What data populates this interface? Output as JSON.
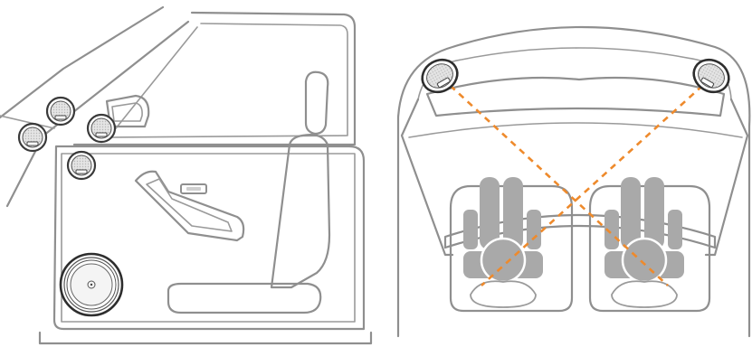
{
  "colors": {
    "line": "#8f8f8f",
    "occupant": "#a9a9a9",
    "speaker_rim": "#3a3a3a",
    "speaker_cone": "#d9d9d9",
    "sound_path": "#ee8a2c",
    "background": "#ffffff"
  },
  "panels": [
    {
      "name": "door-side-view",
      "speakers": [
        "pillar-tweeter",
        "upper-door-tweeter",
        "dash-corner-tweeter",
        "mirror-tweeter",
        "lower-door-woofer"
      ]
    },
    {
      "name": "cabin-rear-view",
      "speakers": [
        "left-pillar-tweeter",
        "right-pillar-tweeter"
      ],
      "sound_paths": [
        {
          "from": "left-pillar-tweeter",
          "to": "right-listener"
        },
        {
          "from": "right-pillar-tweeter",
          "to": "left-listener"
        }
      ]
    }
  ]
}
